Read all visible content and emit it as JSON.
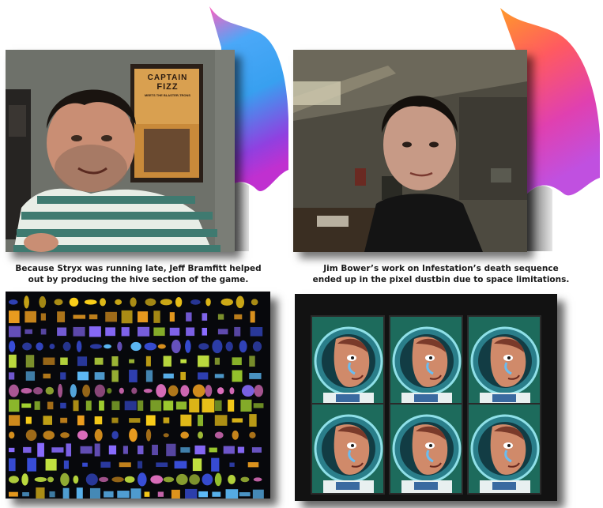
{
  "captions": {
    "left": "Because Stryx was running late, Jeff Bramfitt helped\nout by producing the hive section of the game.",
    "right": "Jim Bower’s work on Infestation’s death sequence\nended up in the pixel dustbin due to space limitations."
  },
  "poster": {
    "title_line1": "CAPTAIN",
    "title_line2": "FIZZ",
    "subtitle": "MEETS THE BLASTER-TRONS"
  },
  "colors": {
    "flap_left_top": "#3aa0f0",
    "flap_left_bottom": "#b030e0",
    "flap_right_top": "#ff9030",
    "flap_right_bottom": "#d040d0",
    "page_background": "#ffffff"
  },
  "sprite_sheet": {
    "rows": 14,
    "palette": [
      "#ffd21a",
      "#f0a020",
      "#8a6cff",
      "#3a50e0",
      "#c0e040",
      "#60c0ff",
      "#e070c0",
      "#a0d030"
    ]
  },
  "death_sequence": {
    "frame_count": 6,
    "columns": 3
  }
}
